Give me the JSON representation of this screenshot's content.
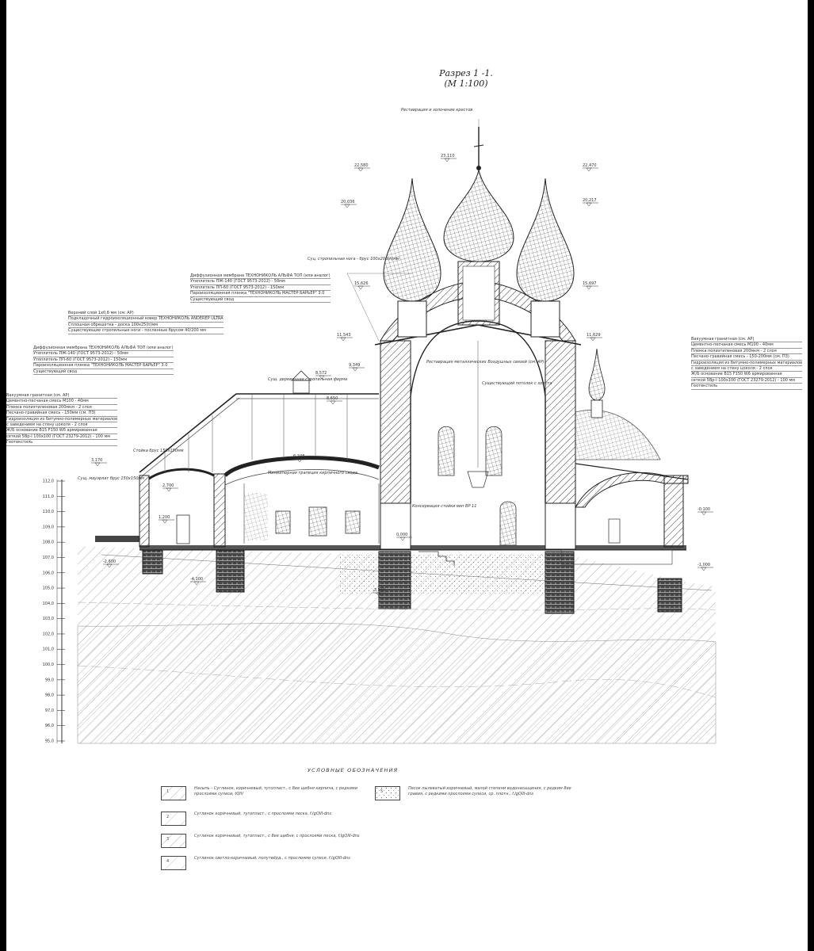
{
  "title": {
    "line1": "Разрез 1 -1.",
    "line2": "(М 1:100)"
  },
  "callouts": {
    "cross": "Реставрация и золочение крестов",
    "dome_note": "Суц. стропильная нога - брус 100х200(h)мм",
    "ceiling_note": "Существующий потолок с холста",
    "window_note": "Реставрация металлических Воздушных связей (см. АР)",
    "conservation": "Консервация стойки вип ВР 11",
    "icon_painting": "Миниатюрная трапеция кирпичного свода",
    "beam_note": "Сущ. деревянная стропильная ферма",
    "purlin_note": "Сущ. мауэрлат брус 150х150мм",
    "stand_note": "Стойка брус 150х150мм"
  },
  "note_blocks": [
    {
      "id": "roof-upper",
      "lines": [
        "Диффузионная мембрана ТЕХНОНИКОЛЬ АЛЬФА ТОП (или аналог)",
        "Утеплитель ПЖ-140 (ГОСТ 9573-2012) - 50мм",
        "Утеплитель ПП-60 (ГОСТ 9573-2012) - 150мм",
        "Пароизоляционная пленка \"ТЕХНОНИКОЛЬ МАСТЕР БАРЬЕР\" 3.0",
        "Существующий свод"
      ]
    },
    {
      "id": "roof-slope",
      "lines": [
        "Верхний слой 1x0,6 мм (см. АР)",
        "Подкладочный гидроизоляционный ковер ТЕХНОНИКОЛЬ ANDEREP ULTRA",
        "Сплошная обрешетка - доска 100х25(h)мм",
        "Существующие стропильные ноги - посленные брусом 40/200 мм"
      ]
    },
    {
      "id": "roof-lower",
      "lines": [
        "Диффузионная мембрана ТЕХНОНИКОЛЬ АЛЬФА ТОП (или аналог)",
        "Утеплитель ПЖ-140 (ГОСТ 9573-2012) - 50мм",
        "Утеплитель ПП-60 (ГОСТ 9573-2012) - 150мм",
        "Пароизоляционная пленка \"ТЕХНОНИКОЛЬ МАСТЕР БАРЬЕР\" 3.0",
        "Существующий свод"
      ]
    },
    {
      "id": "floor-left",
      "lines": [
        "Вакуумная гранитная (см. АР)",
        "Цементно-песчаная смесь М100 - 40мм",
        "Пленка полиэтиленовая 200мкм - 2 слоя",
        "Песчано-гравийная смесь - 150мм (см. ПЗ)",
        "Гидроизоляция из битумно-полимерных материалов",
        "с заведением на стену цоколя - 2 слоя",
        "Ж/Б основание В15 F150 W6 армированная",
        "сеткой 5Вр-I 100х100 (ГОСТ 23279-2012) - 100 мм",
        "Геотекстиль"
      ]
    },
    {
      "id": "floor-right",
      "lines": [
        "Вакуумная гранитная (см. АР)",
        "Цементно-песчаная смесь М100 - 40мм",
        "Пленка полиэтиленовая 200мкм - 2 слоя",
        "Песчано-гравийная смесь - 150-200мм (см. ПЗ)",
        "Гидроизоляция из битумно-полимерных материалов",
        "с заведением на стену цоколя - 2 слоя",
        "Ж/Б основание В15 F150 W6 армированная",
        "сеткой 5Вр-I 100х100 (ГОСТ 23279-2012) - 100 мм",
        "Геотекстиль"
      ]
    }
  ],
  "elevations": [
    "22,580",
    "23,110",
    "22,470",
    "20,036",
    "20,217",
    "15,626",
    "15,697",
    "11,543",
    "11,629",
    "9,349",
    "8,572",
    "8,650",
    "6,248",
    "3,170",
    "2,700",
    "1,200",
    "0,000",
    "-0,100",
    "-1,000",
    "-2,600",
    "-4,100",
    "-3,500"
  ],
  "scale_ticks": [
    "112,0",
    "111,0",
    "110,0",
    "109,0",
    "108,0",
    "107,0",
    "106,0",
    "105,0",
    "104,0",
    "103,0",
    "102,0",
    "101,0",
    "100,0",
    "99,0",
    "98,0",
    "97,0",
    "96,0",
    "95,0"
  ],
  "legend": {
    "title": "УСЛОВНЫЕ ОБОЗНАЧЕНИЯ",
    "items": [
      {
        "code": "1",
        "text": "Насыпь - Суглинок, коричневый, тугопласт., с 8ее щебня кирпича, с редкими прослоями супеси, tQIV"
      },
      {
        "code": "2",
        "text": "Суглинок коричневый, тугопласт., с прослоями песка, f,IgQIII-dns"
      },
      {
        "code": "3",
        "text": "Суглинок коричневый, тугопласт., с 8ее щебня, с прослоями песка, f,IgQIII-dns"
      },
      {
        "code": "4",
        "text": "Суглинок светло-коричневый, полутвёрд., с прослоями супеси, f,IgQIII-dns"
      },
      {
        "code": "5",
        "text": "Песок пылеватый коричневый, малой степени водонасыщения, с редким 8ее гравия, с редкими прослоями супеси, ср. плотн., f,IgQIII-dns"
      }
    ]
  }
}
